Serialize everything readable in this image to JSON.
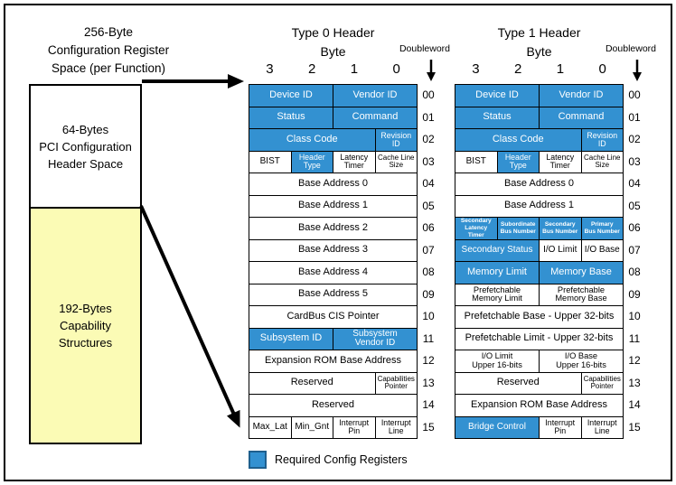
{
  "colors": {
    "required_blue": "#3391D1",
    "capability_yellow": "#FBFBB5",
    "legend_border": "#1E5F8E",
    "line_black": "#000000"
  },
  "left_panel": {
    "title": "256-Byte\nConfiguration Register\nSpace (per Function)",
    "header_space_label": "64-Bytes\nPCI Configuration\nHeader Space",
    "capability_label": "192-Bytes\nCapability\nStructures"
  },
  "byte_axis": {
    "label": "Byte",
    "numbers": [
      "3",
      "2",
      "1",
      "0"
    ],
    "doubleword_label": "Doubleword"
  },
  "tables": {
    "type0": {
      "title": "Type 0 Header",
      "rows": [
        {
          "dw": "00",
          "cells": [
            {
              "label": "Device ID",
              "span": 2,
              "required": true
            },
            {
              "label": "Vendor ID",
              "span": 2,
              "required": true
            }
          ]
        },
        {
          "dw": "01",
          "cells": [
            {
              "label": "Status",
              "span": 2,
              "required": true
            },
            {
              "label": "Command",
              "span": 2,
              "required": true
            }
          ]
        },
        {
          "dw": "02",
          "cells": [
            {
              "label": "Class Code",
              "span": 3,
              "required": true
            },
            {
              "label": "Revision\nID",
              "span": 1,
              "required": true
            }
          ]
        },
        {
          "dw": "03",
          "cells": [
            {
              "label": "BIST",
              "span": 1,
              "required": false
            },
            {
              "label": "Header\nType",
              "span": 1,
              "required": true
            },
            {
              "label": "Latency\nTimer",
              "span": 1,
              "required": false
            },
            {
              "label": "Cache Line\nSize",
              "span": 1,
              "required": false
            }
          ]
        },
        {
          "dw": "04",
          "cells": [
            {
              "label": "Base Address 0",
              "span": 4,
              "required": false
            }
          ]
        },
        {
          "dw": "05",
          "cells": [
            {
              "label": "Base Address 1",
              "span": 4,
              "required": false
            }
          ]
        },
        {
          "dw": "06",
          "cells": [
            {
              "label": "Base Address 2",
              "span": 4,
              "required": false
            }
          ]
        },
        {
          "dw": "07",
          "cells": [
            {
              "label": "Base Address 3",
              "span": 4,
              "required": false
            }
          ]
        },
        {
          "dw": "08",
          "cells": [
            {
              "label": "Base Address 4",
              "span": 4,
              "required": false
            }
          ]
        },
        {
          "dw": "09",
          "cells": [
            {
              "label": "Base Address 5",
              "span": 4,
              "required": false
            }
          ]
        },
        {
          "dw": "10",
          "cells": [
            {
              "label": "CardBus CIS Pointer",
              "span": 4,
              "required": false
            }
          ]
        },
        {
          "dw": "11",
          "cells": [
            {
              "label": "Subsystem ID",
              "span": 2,
              "required": true
            },
            {
              "label": "Subsystem\nVendor ID",
              "span": 2,
              "required": true
            }
          ]
        },
        {
          "dw": "12",
          "cells": [
            {
              "label": "Expansion ROM Base Address",
              "span": 4,
              "required": false
            }
          ]
        },
        {
          "dw": "13",
          "cells": [
            {
              "label": "Reserved",
              "span": 3,
              "required": false
            },
            {
              "label": "Capabilities\nPointer",
              "span": 1,
              "required": false
            }
          ]
        },
        {
          "dw": "14",
          "cells": [
            {
              "label": "Reserved",
              "span": 4,
              "required": false
            }
          ]
        },
        {
          "dw": "15",
          "cells": [
            {
              "label": "Max_Lat",
              "span": 1,
              "required": false
            },
            {
              "label": "Min_Gnt",
              "span": 1,
              "required": false
            },
            {
              "label": "Interrupt\nPin",
              "span": 1,
              "required": false
            },
            {
              "label": "Interrupt\nLine",
              "span": 1,
              "required": false
            }
          ]
        }
      ]
    },
    "type1": {
      "title": "Type 1 Header",
      "rows": [
        {
          "dw": "00",
          "cells": [
            {
              "label": "Device ID",
              "span": 2,
              "required": true
            },
            {
              "label": "Vendor ID",
              "span": 2,
              "required": true
            }
          ]
        },
        {
          "dw": "01",
          "cells": [
            {
              "label": "Status",
              "span": 2,
              "required": true
            },
            {
              "label": "Command",
              "span": 2,
              "required": true
            }
          ]
        },
        {
          "dw": "02",
          "cells": [
            {
              "label": "Class Code",
              "span": 3,
              "required": true
            },
            {
              "label": "Revision\nID",
              "span": 1,
              "required": true
            }
          ]
        },
        {
          "dw": "03",
          "cells": [
            {
              "label": "BIST",
              "span": 1,
              "required": false
            },
            {
              "label": "Header\nType",
              "span": 1,
              "required": true
            },
            {
              "label": "Latency\nTimer",
              "span": 1,
              "required": false
            },
            {
              "label": "Cache Line\nSize",
              "span": 1,
              "required": false
            }
          ]
        },
        {
          "dw": "04",
          "cells": [
            {
              "label": "Base Address 0",
              "span": 4,
              "required": false
            }
          ]
        },
        {
          "dw": "05",
          "cells": [
            {
              "label": "Base Address 1",
              "span": 4,
              "required": false
            }
          ]
        },
        {
          "dw": "06",
          "cells": [
            {
              "label": "Secondary\nLatency Timer",
              "span": 1,
              "required": true
            },
            {
              "label": "Subordinate\nBus Number",
              "span": 1,
              "required": true
            },
            {
              "label": "Secondary\nBus Number",
              "span": 1,
              "required": true
            },
            {
              "label": "Primary\nBus Number",
              "span": 1,
              "required": true
            }
          ]
        },
        {
          "dw": "07",
          "cells": [
            {
              "label": "Secondary Status",
              "span": 2,
              "required": true
            },
            {
              "label": "I/O Limit",
              "span": 1,
              "required": false
            },
            {
              "label": "I/O Base",
              "span": 1,
              "required": false
            }
          ]
        },
        {
          "dw": "08",
          "cells": [
            {
              "label": "Memory Limit",
              "span": 2,
              "required": true
            },
            {
              "label": "Memory Base",
              "span": 2,
              "required": true
            }
          ]
        },
        {
          "dw": "09",
          "cells": [
            {
              "label": "Prefetchable\nMemory Limit",
              "span": 2,
              "required": false
            },
            {
              "label": "Prefetchable\nMemory Base",
              "span": 2,
              "required": false
            }
          ]
        },
        {
          "dw": "10",
          "cells": [
            {
              "label": "Prefetchable Base - Upper 32-bits",
              "span": 4,
              "required": false
            }
          ]
        },
        {
          "dw": "11",
          "cells": [
            {
              "label": "Prefetchable Limit - Upper 32-bits",
              "span": 4,
              "required": false
            }
          ]
        },
        {
          "dw": "12",
          "cells": [
            {
              "label": "I/O Limit\nUpper 16-bits",
              "span": 2,
              "required": false
            },
            {
              "label": "I/O Base\nUpper 16-bits",
              "span": 2,
              "required": false
            }
          ]
        },
        {
          "dw": "13",
          "cells": [
            {
              "label": "Reserved",
              "span": 3,
              "required": false
            },
            {
              "label": "Capabilities\nPointer",
              "span": 1,
              "required": false
            }
          ]
        },
        {
          "dw": "14",
          "cells": [
            {
              "label": "Expansion ROM Base Address",
              "span": 4,
              "required": false
            }
          ]
        },
        {
          "dw": "15",
          "cells": [
            {
              "label": "Bridge Control",
              "span": 2,
              "required": true
            },
            {
              "label": "Interrupt\nPin",
              "span": 1,
              "required": false
            },
            {
              "label": "Interrupt\nLine",
              "span": 1,
              "required": false
            }
          ]
        }
      ]
    }
  },
  "legend": {
    "label": "Required Config Registers"
  }
}
